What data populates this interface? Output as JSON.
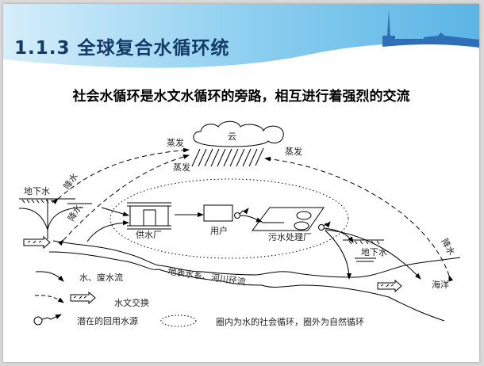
{
  "slide": {
    "title": "1.1.3 全球复合水循环统",
    "subtitle": "社会水循环是水文水循环的旁路，相互进行着强烈的交流"
  },
  "diagram": {
    "cloud": "云",
    "evaporation_1": "蒸发",
    "evaporation_2": "蒸发",
    "evaporation_3": "蒸发",
    "precipitation_1": "降水",
    "precipitation_2": "降水",
    "precipitation_3": "降水",
    "groundwater_left": "地下水",
    "groundwater_right": "地下水",
    "water_plant": "供水厂",
    "user": "用户",
    "sewage_plant": "污水处理厂",
    "surface_water": "地表水系、河川径流",
    "ocean": "海洋"
  },
  "legend": {
    "water_flow": "水、废水流",
    "hydro_exchange": "水文交换",
    "reuse_source": "潜在的回用水源",
    "circle_note": "圈内为水的社会循环，圈外为自然循环"
  },
  "colors": {
    "title": "#143a68",
    "header_blue": "#6fc0ea"
  }
}
